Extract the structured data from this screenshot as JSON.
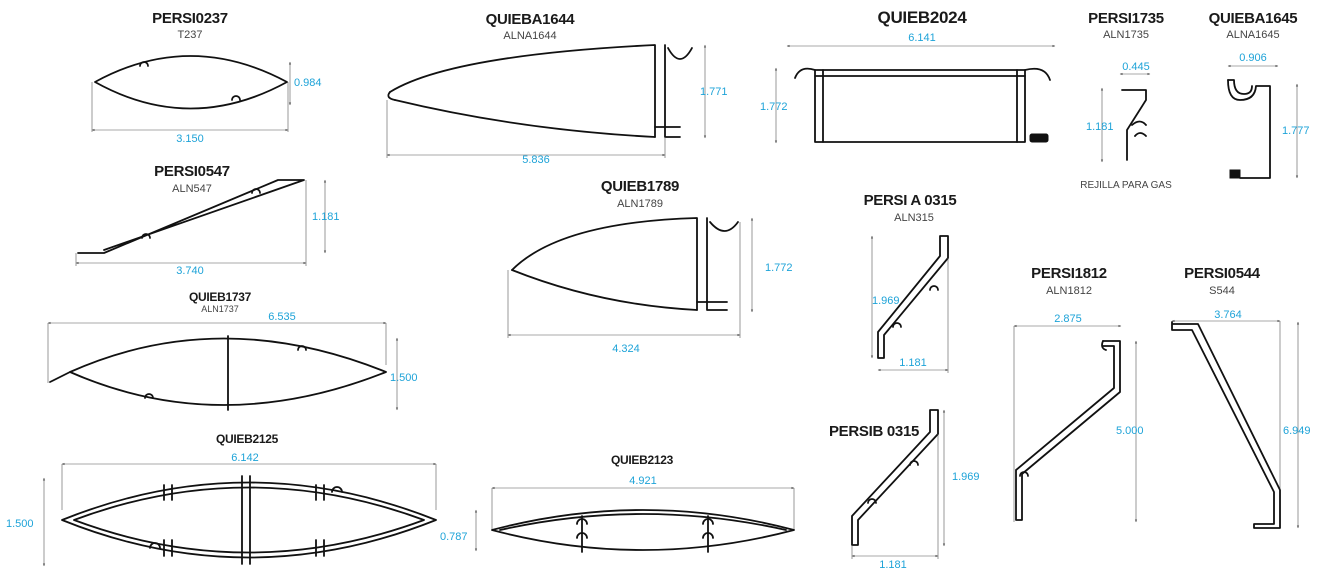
{
  "profiles": [
    {
      "id": "persi0237",
      "title": "PERSI0237",
      "code": "T237",
      "dims": [
        "0.984",
        "3.150"
      ]
    },
    {
      "id": "quieba1644",
      "title": "QUIEBA1644",
      "code": "ALNA1644",
      "dims": [
        "1.771",
        "5.836"
      ]
    },
    {
      "id": "quieb2024",
      "title": "QUIEB2024",
      "code": "",
      "dims": [
        "6.141",
        "1.772"
      ]
    },
    {
      "id": "persi1735",
      "title": "PERSI1735",
      "code": "ALN1735",
      "dims": [
        "0.445",
        "1.181"
      ],
      "note": "REJILLA PARA GAS"
    },
    {
      "id": "quieba1645",
      "title": "QUIEBA1645",
      "code": "ALNA1645",
      "dims": [
        "0.906",
        "1.777"
      ]
    },
    {
      "id": "persi0547",
      "title": "PERSI0547",
      "code": "ALN547",
      "dims": [
        "1.181",
        "3.740"
      ]
    },
    {
      "id": "quieb1789",
      "title": "QUIEB1789",
      "code": "ALN1789",
      "dims": [
        "1.772",
        "4.324"
      ]
    },
    {
      "id": "persia0315",
      "title": "PERSI A 0315",
      "code": "ALN315",
      "dims": [
        "1.969",
        "1.181"
      ]
    },
    {
      "id": "quieb1737",
      "title": "QUIEB1737",
      "code": "ALN1737",
      "dims": [
        "6.535",
        "1.500"
      ]
    },
    {
      "id": "persi1812",
      "title": "PERSI1812",
      "code": "ALN1812",
      "dims": [
        "2.875",
        "5.000"
      ]
    },
    {
      "id": "persi0544",
      "title": "PERSI0544",
      "code": "S544",
      "dims": [
        "3.764",
        "6.949"
      ]
    },
    {
      "id": "persib0315",
      "title": "PERSIB 0315",
      "code": "",
      "dims": [
        "1.969",
        "1.181"
      ]
    },
    {
      "id": "quieb2125",
      "title": "QUIEB2125",
      "code": "",
      "dims": [
        "6.142",
        "1.500"
      ]
    },
    {
      "id": "quieb2123",
      "title": "QUIEB2123",
      "code": "",
      "dims": [
        "4.921",
        "0.787"
      ]
    }
  ]
}
